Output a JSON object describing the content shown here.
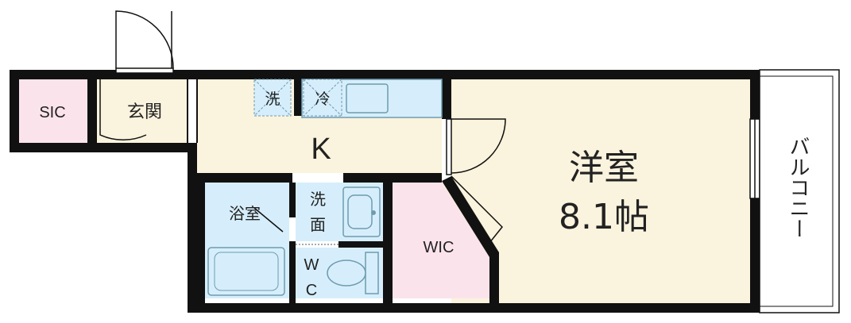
{
  "rooms": {
    "sic": "SIC",
    "entrance": "玄関",
    "kitchen": "K",
    "washer": "洗",
    "fridge": "冷",
    "bathroom": "浴室",
    "washroom_line1": "洗",
    "washroom_line2": "面",
    "wc_line1": "W",
    "wc_line2": "C",
    "wic": "WIC",
    "western_room": "洋室",
    "western_room_size": "8.1帖",
    "balcony": "バルコニー"
  },
  "colors": {
    "wall": "#111111",
    "kitchen_floor": "#faf3dd",
    "western_floor": "#faf3dd",
    "wet_area": "#d6eefb",
    "sic_floor": "#fbe3ec",
    "wic_floor": "#fbe3ec",
    "appliance_outline": "#6f9bb0"
  }
}
